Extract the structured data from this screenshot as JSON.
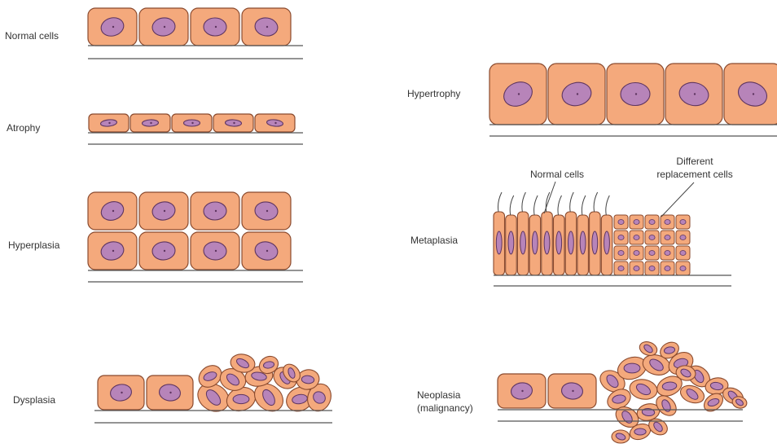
{
  "labels": {
    "normal_cells": "Normal cells",
    "atrophy": "Atrophy",
    "hyperplasia": "Hyperplasia",
    "dysplasia": "Dysplasia",
    "hypertrophy": "Hypertrophy",
    "metaplasia": "Metaplasia",
    "metaplasia_normal": "Normal cells",
    "metaplasia_different_line1": "Different",
    "metaplasia_different_line2": "replacement cells",
    "neoplasia_line1": "Neoplasia",
    "neoplasia_line2": "(malignancy)"
  },
  "colors": {
    "cell_fill": "#f4a97c",
    "cell_stroke": "#8a4a2e",
    "nucleus_fill": "#b784b9",
    "nucleus_stroke": "#5e3560",
    "membrane": "#555555",
    "text": "#333333"
  }
}
